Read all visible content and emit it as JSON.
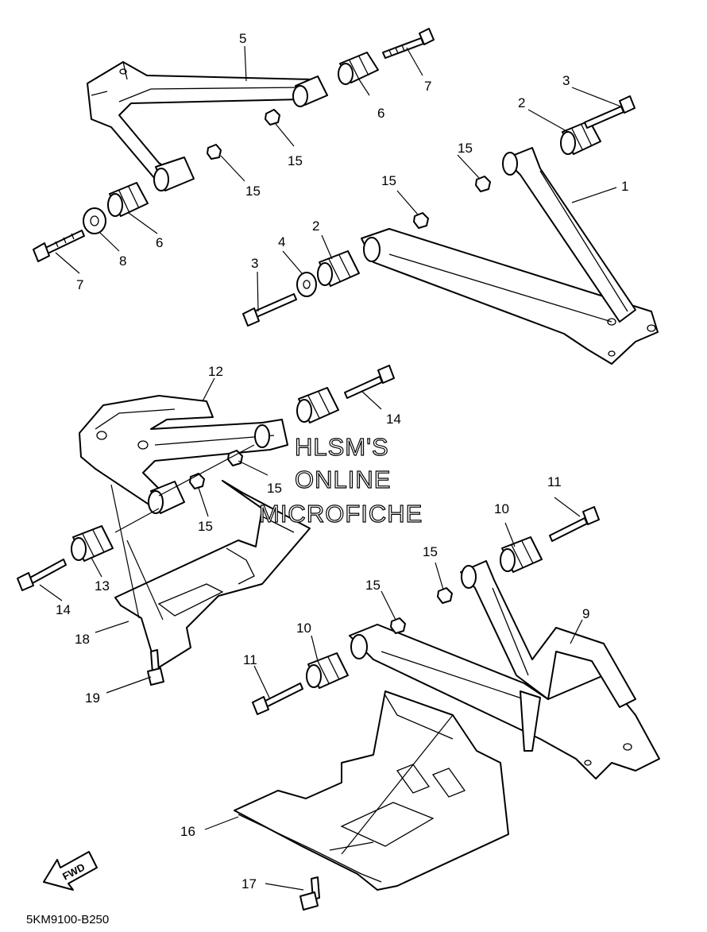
{
  "diagram_code": "5KM9100-B250",
  "fwd_label": "FWD",
  "watermark": [
    "HLSM'S",
    "ONLINE",
    "MICROFICHE"
  ],
  "callouts": {
    "c1": "1",
    "c2a": "2",
    "c2b": "2",
    "c3a": "3",
    "c3b": "3",
    "c4": "4",
    "c5": "5",
    "c6a": "6",
    "c6b": "6",
    "c7a": "7",
    "c7b": "7",
    "c8": "8",
    "c9": "9",
    "c10a": "10",
    "c10b": "10",
    "c11a": "11",
    "c11b": "11",
    "c12": "12",
    "c13": "13",
    "c14a": "14",
    "c14b": "14",
    "c15a": "15",
    "c15b": "15",
    "c15c": "15",
    "c15d": "15",
    "c15e": "15",
    "c15f": "15",
    "c15g": "15",
    "c15h": "15",
    "c16": "16",
    "c17": "17",
    "c18": "18",
    "c19": "19"
  }
}
